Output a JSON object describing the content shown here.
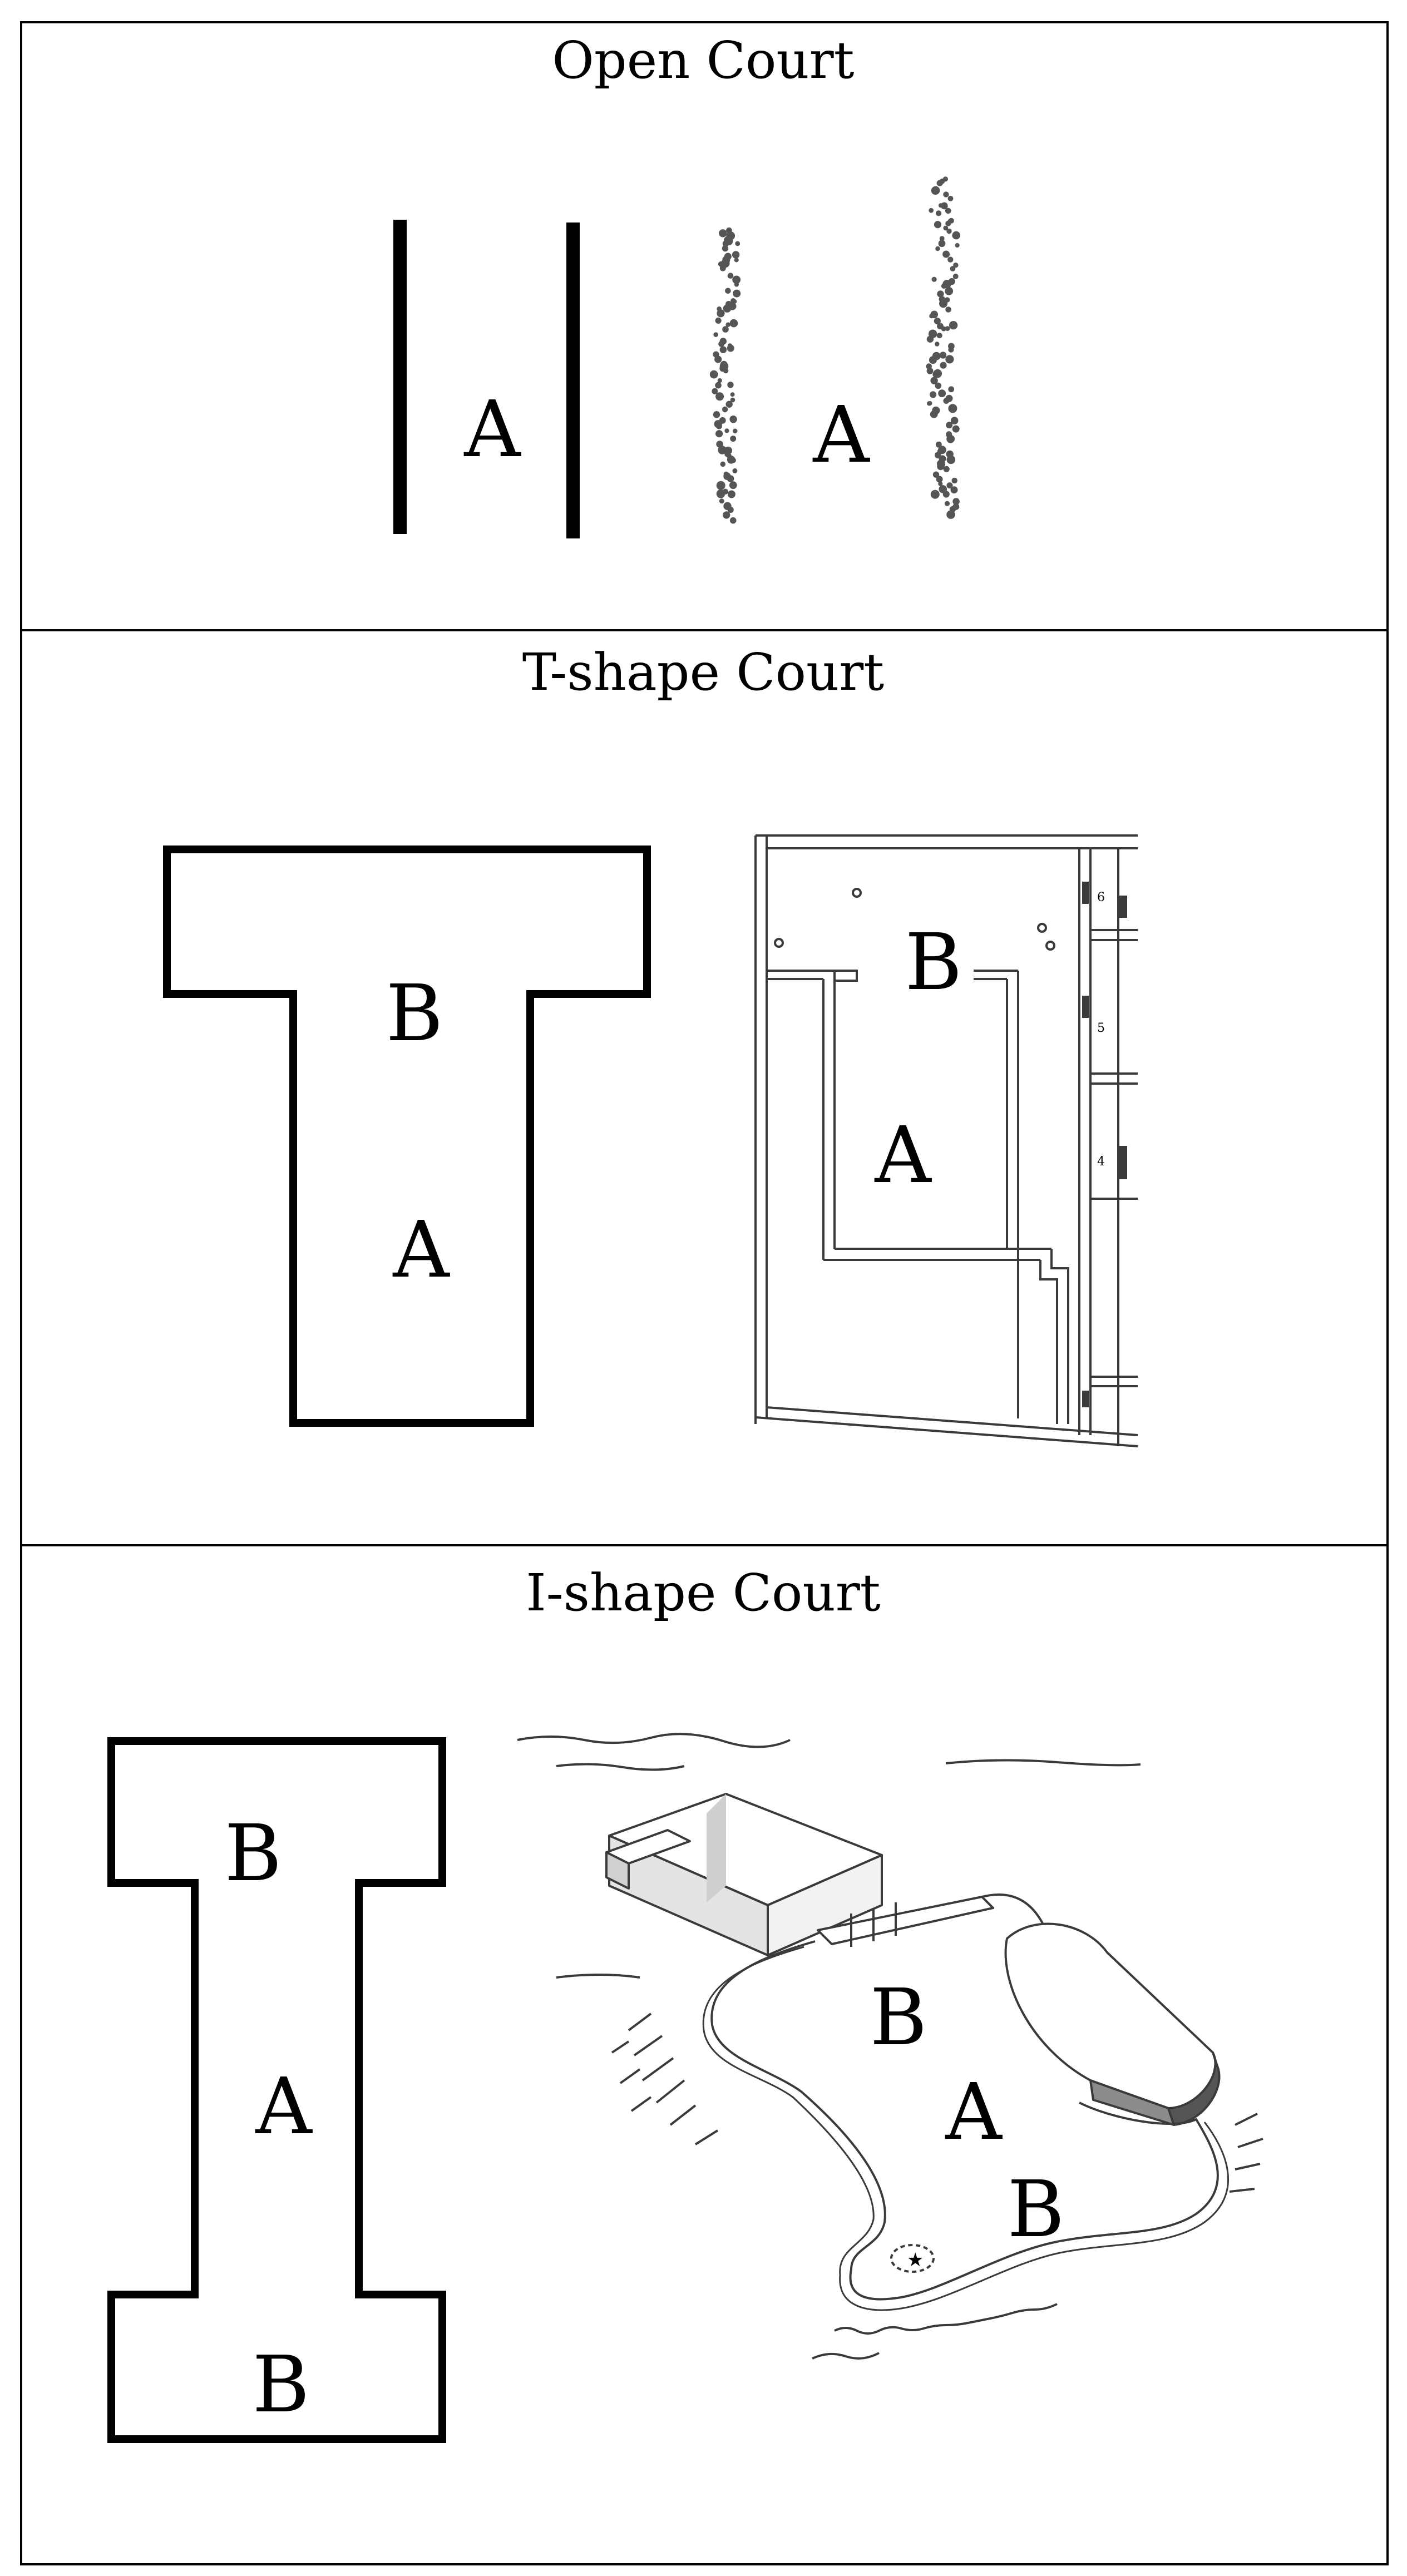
{
  "panels": [
    {
      "title": "Open Court",
      "schematic_labels": [
        "A"
      ],
      "sketch_labels": [
        "A"
      ]
    },
    {
      "title": "T-shape Court",
      "schematic_labels": [
        "B",
        "A"
      ],
      "sketch_labels": [
        "B",
        "A"
      ],
      "sketch_room_numbers": [
        "6",
        "5",
        "4"
      ]
    },
    {
      "title": "I-shape Court",
      "schematic_labels": [
        "B",
        "A",
        "B"
      ],
      "sketch_labels": [
        "B",
        "A",
        "B"
      ]
    }
  ],
  "colors": {
    "ink": "#000000",
    "background": "#ffffff",
    "stipple": "#555555",
    "sketch": "#3a3a3a"
  }
}
